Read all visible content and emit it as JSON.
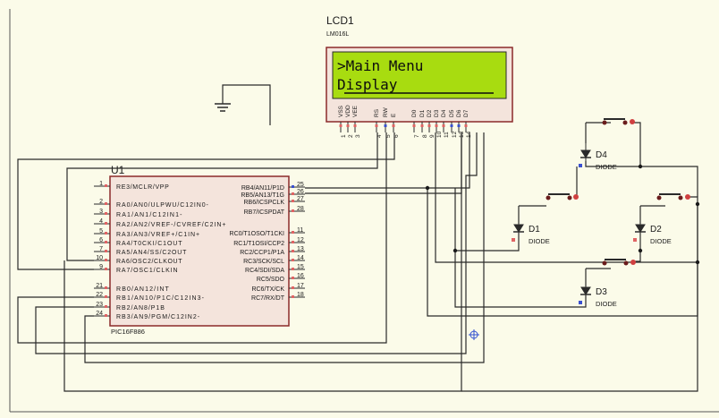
{
  "lcd": {
    "ref": "LCD1",
    "model": "LM016L",
    "line1": ">Main Menu",
    "line2": " Display",
    "pins": [
      "VSS",
      "VDD",
      "VEE",
      "RS",
      "RW",
      "E",
      "D0",
      "D1",
      "D2",
      "D3",
      "D4",
      "D5",
      "D6",
      "D7"
    ],
    "pin_numbers": [
      "1",
      "2",
      "3",
      "4",
      "5",
      "6",
      "7",
      "8",
      "9",
      "10",
      "11",
      "12",
      "13",
      "14"
    ]
  },
  "mcu": {
    "ref": "U1",
    "model": "PIC16F886",
    "left_pins": [
      {
        "num": "1",
        "label": "RE3/MCLR/VPP"
      },
      {
        "num": "2",
        "label": "RA0/AN0/ULPWU/C12IN0-"
      },
      {
        "num": "3",
        "label": "RA1/AN1/C12IN1-"
      },
      {
        "num": "4",
        "label": "RA2/AN2/VREF-/CVREF/C2IN+"
      },
      {
        "num": "5",
        "label": "RA3/AN3/VREF+/C1IN+"
      },
      {
        "num": "6",
        "label": "RA4/T0CKI/C1OUT"
      },
      {
        "num": "7",
        "label": "RA5/AN4/SS/C2OUT"
      },
      {
        "num": "10",
        "label": "RA6/OSC2/CLKOUT"
      },
      {
        "num": "9",
        "label": "RA7/OSC1/CLKIN"
      },
      {
        "num": "21",
        "label": "RB0/AN12/INT"
      },
      {
        "num": "22",
        "label": "RB1/AN10/P1C/C12IN3-"
      },
      {
        "num": "23",
        "label": "RB2/AN8/P1B"
      },
      {
        "num": "24",
        "label": "RB3/AN9/PGM/C12IN2-"
      }
    ],
    "right_pins": [
      {
        "num": "25",
        "label": "RB4/AN11/P1D"
      },
      {
        "num": "26",
        "label": "RB5/AN13/T1G"
      },
      {
        "num": "27",
        "label": "RB6/ICSPCLK"
      },
      {
        "num": "28",
        "label": "RB7/ICSPDAT"
      },
      {
        "num": "11",
        "label": "RC0/T1OSO/T1CKI"
      },
      {
        "num": "12",
        "label": "RC1/T1OSI/CCP2"
      },
      {
        "num": "13",
        "label": "RC2/CCP1/P1A"
      },
      {
        "num": "14",
        "label": "RC3/SCK/SCL"
      },
      {
        "num": "15",
        "label": "RC4/SDI/SDA"
      },
      {
        "num": "16",
        "label": "RC5/SDO"
      },
      {
        "num": "17",
        "label": "RC6/TX/CK"
      },
      {
        "num": "18",
        "label": "RC7/RX/DT"
      }
    ]
  },
  "diodes": [
    {
      "ref": "D4",
      "type": "DIODE"
    },
    {
      "ref": "D1",
      "type": "DIODE"
    },
    {
      "ref": "D2",
      "type": "DIODE"
    },
    {
      "ref": "D3",
      "type": "DIODE"
    }
  ],
  "colors": {
    "lcd_screen": "#a8dc10",
    "component_fill": "#f4e4dc",
    "component_border": "#8b2a2a",
    "background": "#fbfbe9"
  }
}
